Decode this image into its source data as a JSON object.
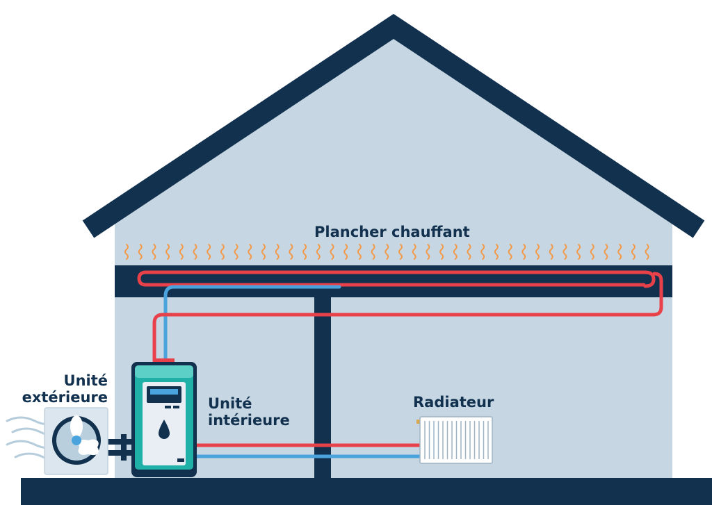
{
  "labels": {
    "floor_heating": "Plancher chauffant",
    "outdoor_unit_line1": "Unité",
    "outdoor_unit_line2": "extérieure",
    "indoor_unit_line1": "Unité",
    "indoor_unit_line2": "intérieure",
    "radiator": "Radiateur"
  },
  "colors": {
    "wall": "#c6d6e2",
    "roof": "#12314f",
    "ground": "#12314f",
    "hot_pipe": "#e8414a",
    "cold_pipe": "#4aa3dc",
    "heat_waves": "#f39a4a",
    "indoor_unit": "#1fb1a8",
    "outdoor_unit": "#dce6ee",
    "radiator": "#ffffff"
  },
  "icons": {
    "fan": "fan-icon",
    "water_drop": "water-drop-icon",
    "airflow": "airflow-icon",
    "heat_wave": "heat-wave-icon"
  }
}
